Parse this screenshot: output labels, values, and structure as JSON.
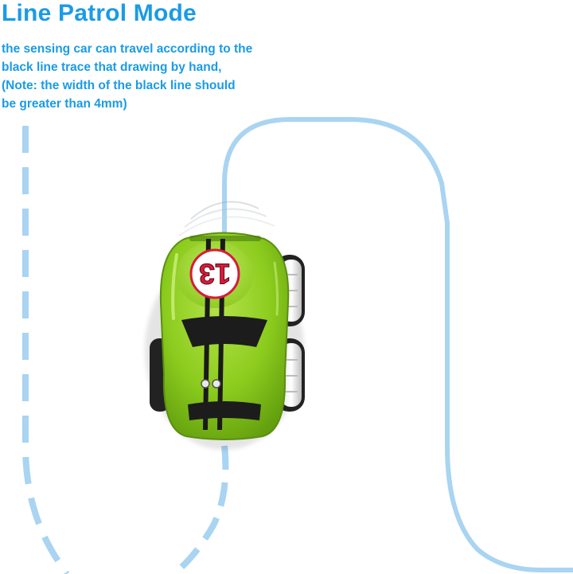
{
  "header": {
    "title": "Line Patrol Mode"
  },
  "description": {
    "lines": [
      "the sensing car can travel according to the",
      "black line trace that drawing by hand,",
      "(Note: the width of the black line should",
      "be greater than 4mm)"
    ]
  },
  "car": {
    "number": "13",
    "body_color": "#8ccc1e",
    "stripe_color": "#1a1a1a"
  },
  "colors": {
    "accent": "#1a9be6",
    "track_line": "#a9d4f2"
  }
}
